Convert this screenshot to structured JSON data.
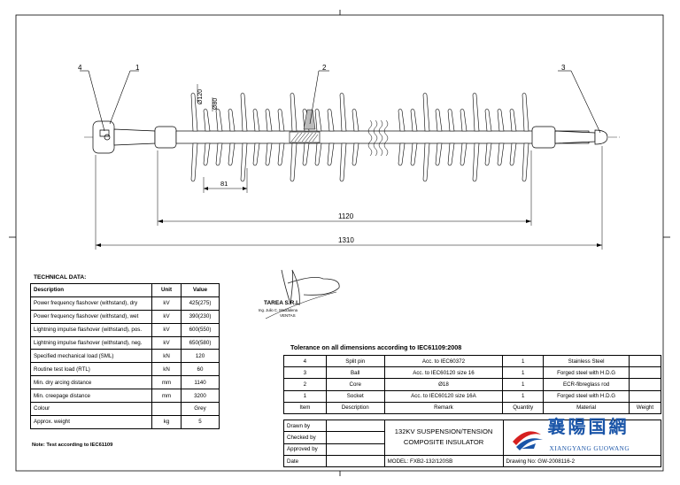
{
  "drawing": {
    "callouts": [
      "4",
      "1",
      "2",
      "3"
    ],
    "dimensions": {
      "d120": "Ø120",
      "d80": "Ø80",
      "len81": "81",
      "len1120": "1120",
      "len1310": "1310"
    }
  },
  "technical": {
    "heading": "TECHNICAL DATA:",
    "columns": [
      "Description",
      "Unit",
      "Value"
    ],
    "rows": [
      {
        "desc": "Power frequency flashover (withstand), dry",
        "unit": "kV",
        "value": "425(275)"
      },
      {
        "desc": "Power frequency flashover (withstand), wet",
        "unit": "kV",
        "value": "390(230)"
      },
      {
        "desc": "Lightning impulse flashover (withstand), pos.",
        "unit": "kV",
        "value": "600(550)"
      },
      {
        "desc": "Lightning impulse flashover (withstand), neg.",
        "unit": "kV",
        "value": "650(580)"
      },
      {
        "desc": "Specified mechanical load (SML)",
        "unit": "kN",
        "value": "120"
      },
      {
        "desc": "Routine test load (RTL)",
        "unit": "kN",
        "value": "60"
      },
      {
        "desc": "Min. dry arcing distance",
        "unit": "mm",
        "value": "1140"
      },
      {
        "desc": "Min. creepage distance",
        "unit": "mm",
        "value": "3200"
      },
      {
        "desc": "Colour",
        "unit": "",
        "value": "Grey"
      },
      {
        "desc": "Approx. weight",
        "unit": "kg",
        "value": "5"
      }
    ],
    "note": "Note: Test according to IEC61109"
  },
  "stamp": {
    "line1": "TAREA S.R.L",
    "line2": "Ing. Julio C. Maddalena",
    "line3": "VENTAS"
  },
  "bom": {
    "tolerance": "Tolerance on all dimensions according to IEC61109:2008",
    "rows": [
      {
        "item": "4",
        "desc": "Split pin",
        "remark": "Acc. to IEC60372",
        "qty": "1",
        "material": "Stainless Steel",
        "weight": ""
      },
      {
        "item": "3",
        "desc": "Ball",
        "remark": "Acc. to IEC60120 size 16",
        "qty": "1",
        "material": "Forged steel with H.D.G",
        "weight": ""
      },
      {
        "item": "2",
        "desc": "Core",
        "remark": "Ø18",
        "qty": "1",
        "material": "ECR-fibreglass rod",
        "weight": ""
      },
      {
        "item": "1",
        "desc": "Socket",
        "remark": "Acc. to IEC60120 size 16A",
        "qty": "1",
        "material": "Forged steel with H.D.G",
        "weight": ""
      }
    ],
    "headers": {
      "item": "Item",
      "desc": "Description",
      "remark": "Remark",
      "qty": "Quantity",
      "material": "Material",
      "weight": "Weight"
    }
  },
  "titleblock": {
    "drawn_by": "Drawn by",
    "checked_by": "Checked by",
    "approved_by": "Approved by",
    "date": "Date",
    "title_line1": "132KV SUSPENSION/TENSION",
    "title_line2": "COMPOSITE INSULATOR",
    "model": "MODEL:  FXB2-132/120SB",
    "drawing_no": "Drawing No: GW-2008116-2",
    "logo_cn": "襄陽国網",
    "logo_en": "XIANGYANG GUOWANG",
    "logo_color": "#1a55a8",
    "logo_red": "#d62020"
  }
}
